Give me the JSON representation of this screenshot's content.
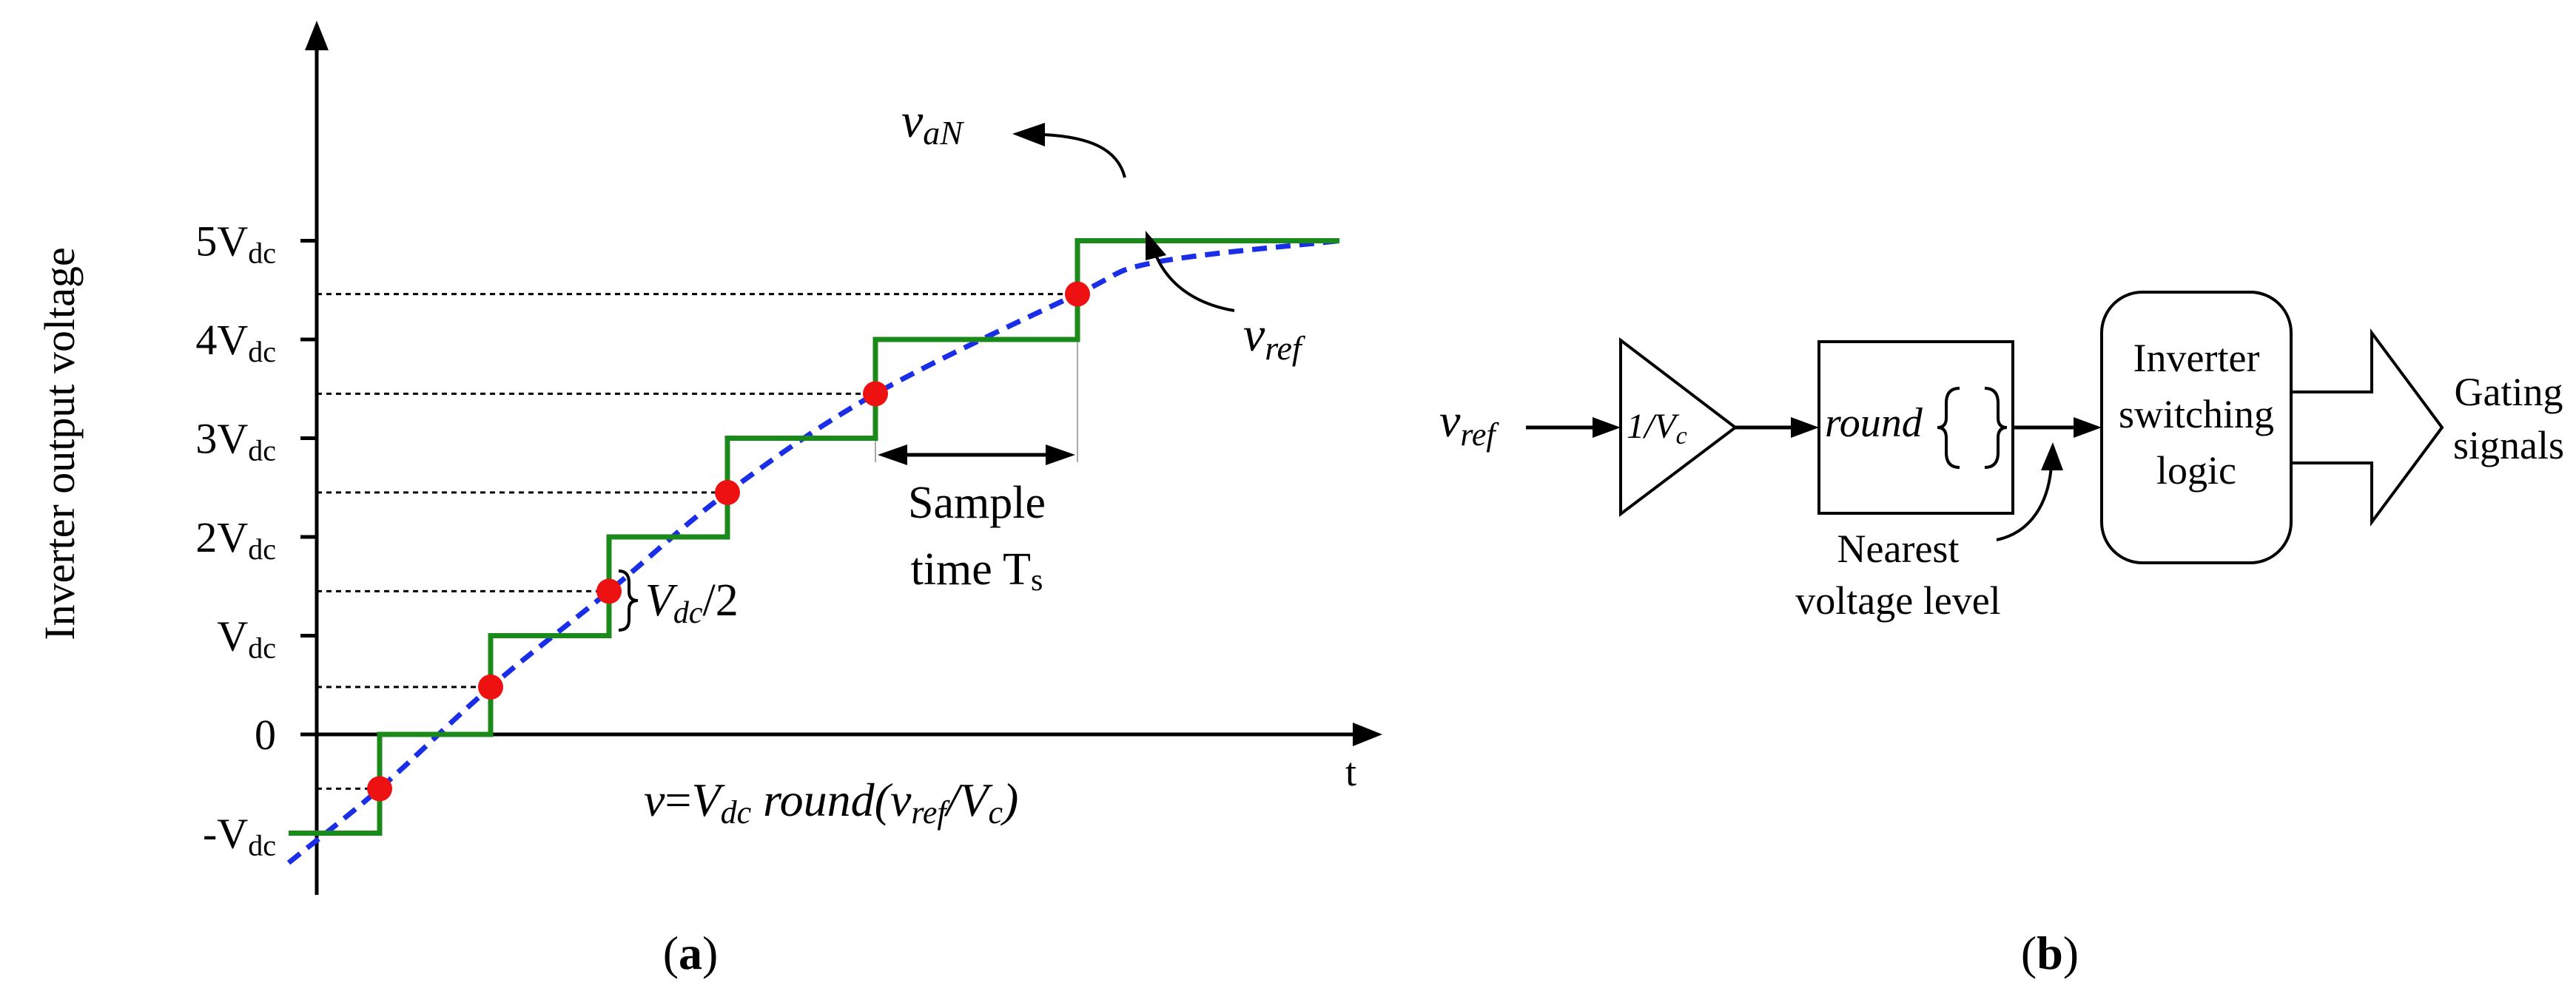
{
  "panel_a": {
    "y_axis_label": "Inverter output voltage",
    "y_ticks": [
      {
        "value": -1,
        "main": "-V",
        "sub": "dc"
      },
      {
        "value": 0,
        "main": "0",
        "sub": ""
      },
      {
        "value": 1,
        "main": "V",
        "sub": "dc"
      },
      {
        "value": 2,
        "main": "2V",
        "sub": "dc"
      },
      {
        "value": 3,
        "main": "3V",
        "sub": "dc"
      },
      {
        "value": 4,
        "main": "4V",
        "sub": "dc"
      },
      {
        "value": 5,
        "main": "5V",
        "sub": "dc"
      }
    ],
    "x_axis_label": "t",
    "step_signal_label": "aN",
    "reference_signal_label": "ref",
    "half_level_label": "/2",
    "sample_time_label_line1": "Sample",
    "sample_time_label_line2": "time T",
    "sample_time_sub": "s",
    "formula": {
      "lhs": "v",
      "eq": "=",
      "vdc": "V",
      "vdc_sub": "dc",
      "func": " round(",
      "vref": "v",
      "vref_sub": "ref",
      "slash": "/",
      "vc": "V",
      "vc_sub": "c",
      "close": ")"
    },
    "caption_open": "(",
    "caption_letter": "a",
    "caption_close": ")",
    "step_color": "#1a8a1a",
    "reference_color": "#1a2ee8",
    "sample_color": "#ee1111"
  },
  "panel_b": {
    "input_label_main": "v",
    "input_label_sub": "ref",
    "gain_label": "1/V",
    "gain_sub": "c",
    "round_label": "round",
    "nearest_line1": "Nearest",
    "nearest_line2": "voltage level",
    "logic_line1": "Inverter",
    "logic_line2": "switching",
    "logic_line3": "logic",
    "output_line1": "Gating",
    "output_line2": "signals",
    "caption_open": "(",
    "caption_letter": "b",
    "caption_close": ")"
  }
}
